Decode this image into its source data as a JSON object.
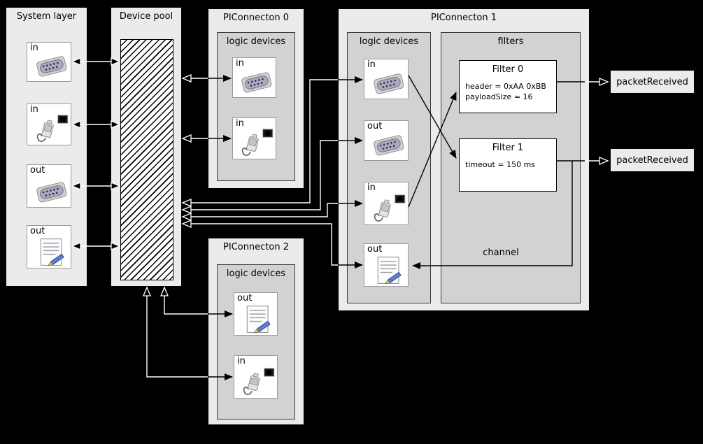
{
  "system_layer": {
    "title": "System layer",
    "devices": [
      {
        "label": "in",
        "icon": "serial-port"
      },
      {
        "label": "in",
        "icon": "ethernet"
      },
      {
        "label": "out",
        "icon": "serial-port"
      },
      {
        "label": "out",
        "icon": "document"
      }
    ]
  },
  "device_pool": {
    "title": "Device pool"
  },
  "piconnecton_0": {
    "title": "PIConnecton 0",
    "section_title": "logic devices",
    "devices": [
      {
        "label": "in",
        "icon": "serial-port"
      },
      {
        "label": "in",
        "icon": "ethernet"
      }
    ]
  },
  "piconnecton_1": {
    "title": "PIConnecton 1",
    "logic_section_title": "logic devices",
    "filters_section_title": "filters",
    "devices": [
      {
        "label": "in",
        "icon": "serial-port"
      },
      {
        "label": "out",
        "icon": "serial-port"
      },
      {
        "label": "in",
        "icon": "ethernet"
      },
      {
        "label": "out",
        "icon": "document"
      }
    ],
    "filters": [
      {
        "title": "Filter 0",
        "params": [
          "header = 0xAA 0xBB",
          "payloadSize = 16"
        ]
      },
      {
        "title": "Filter 1",
        "params": [
          "timeout = 150 ms"
        ]
      }
    ],
    "channel_label": "channel"
  },
  "piconnecton_2": {
    "title": "PIConnecton 2",
    "section_title": "logic devices",
    "devices": [
      {
        "label": "out",
        "icon": "document"
      },
      {
        "label": "in",
        "icon": "ethernet"
      }
    ]
  },
  "events": [
    {
      "label": "packetReceived"
    },
    {
      "label": "packetReceived"
    }
  ],
  "colors": {
    "background": "#000000",
    "panel": "#ebebeb",
    "inner_panel": "#d2d2d2",
    "device_bg": "#ffffff",
    "line_dark": "#000000",
    "line_light": "#ffffff"
  }
}
